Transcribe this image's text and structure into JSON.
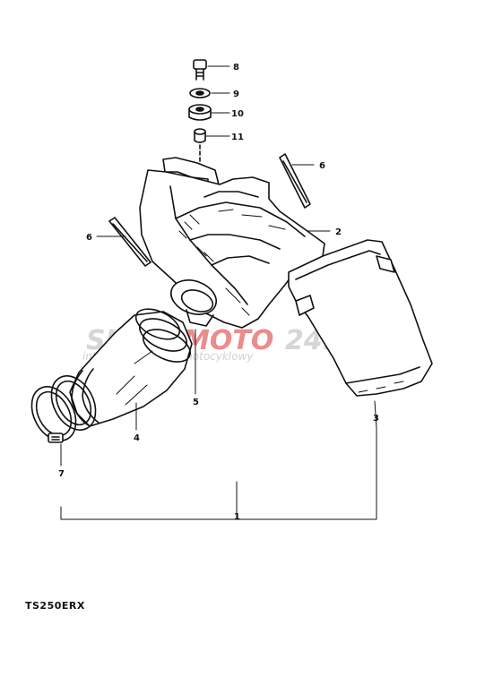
{
  "diagram": {
    "model_code": "TS250ERX",
    "callouts": [
      "8",
      "9",
      "10",
      "11",
      "6",
      "2",
      "6",
      "3",
      "5",
      "4",
      "7",
      "1"
    ],
    "watermark": {
      "brand_prefix": "SHOP",
      "brand_mid": "MOTO",
      "brand_suffix": "24.PL",
      "tagline": "internetowy sklep motocyklowy"
    },
    "colors": {
      "line": "#111111",
      "watermark_grey": "#c8c8c8",
      "watermark_red": "#e8797a"
    }
  }
}
